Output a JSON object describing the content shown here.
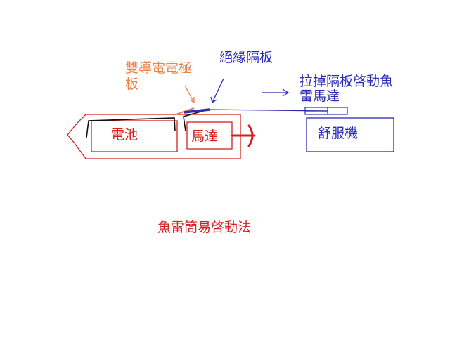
{
  "labels": {
    "electrode_line1": "雙導電電極",
    "electrode_line2": "板",
    "insulator": "絕緣隔板",
    "pull_line1": "拉掉隔板啓動魚",
    "pull_line2": "雷馬達",
    "battery": "電池",
    "motor": "馬達",
    "comfort_machine": "舒服機",
    "caption": "魚雷簡易啓動法"
  },
  "colors": {
    "red": "#d42020",
    "orange": "#e8844a",
    "blue": "#2b2bb8",
    "black": "#111111"
  }
}
